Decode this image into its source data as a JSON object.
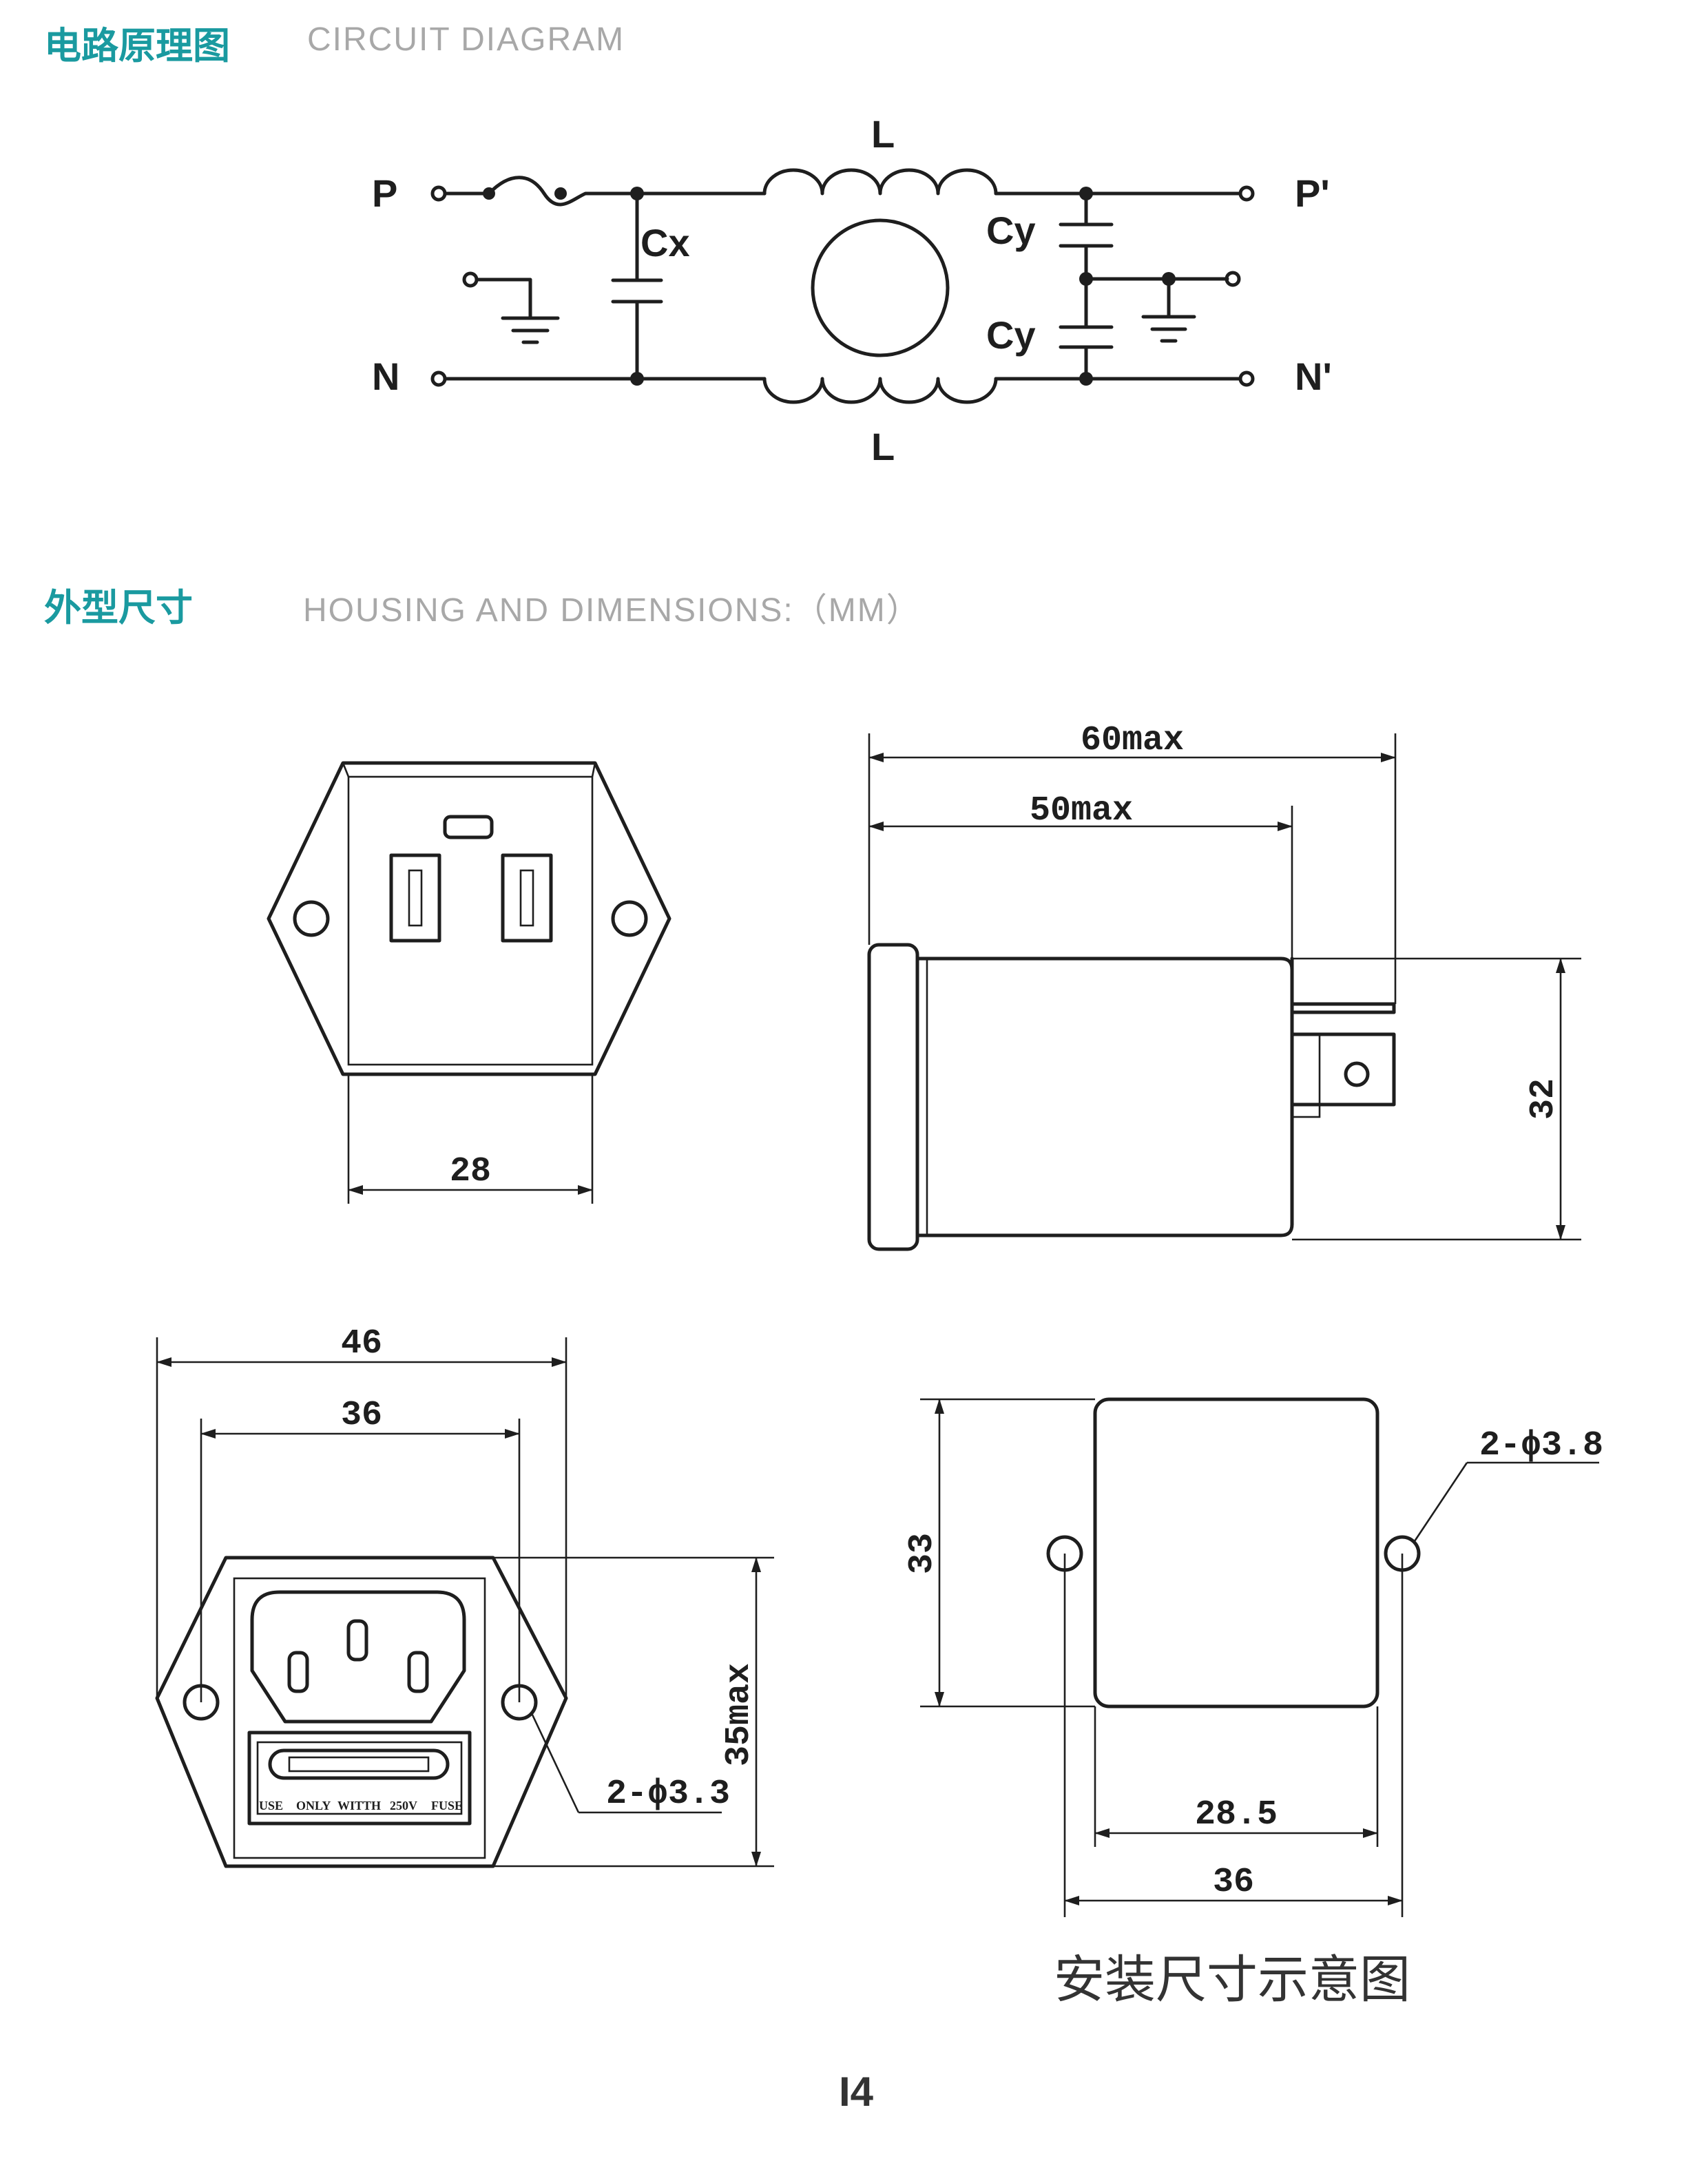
{
  "section1": {
    "title_cn": "电路原理图",
    "title_en": "CIRCUIT DIAGRAM"
  },
  "section2": {
    "title_cn": "外型尺寸",
    "title_en": "HOUSING AND DIMENSIONS:（MM）"
  },
  "circuit": {
    "terminal_p": "P",
    "terminal_n": "N",
    "terminal_p_out": "P'",
    "terminal_n_out": "N'",
    "inductor_top": "L",
    "inductor_bottom": "L",
    "cap_x": "Cx",
    "cap_y_top": "Cy",
    "cap_y_bottom": "Cy"
  },
  "dims": {
    "front_width": "28",
    "side_total": "60max",
    "side_body": "50max",
    "side_height": "32",
    "rear_flange": "46",
    "rear_holes": "36",
    "rear_height": "35max",
    "rear_holes_label": "2-ϕ3.3",
    "fuse_text": [
      "USE",
      "ONLY",
      "WITTH",
      "250V",
      "FUSE"
    ],
    "mount_height": "33",
    "mount_holes_label": "2-ϕ3.8",
    "mount_body": "28.5",
    "mount_holes": "36",
    "mount_caption": "安装尺寸示意图"
  },
  "page_number": "I4"
}
